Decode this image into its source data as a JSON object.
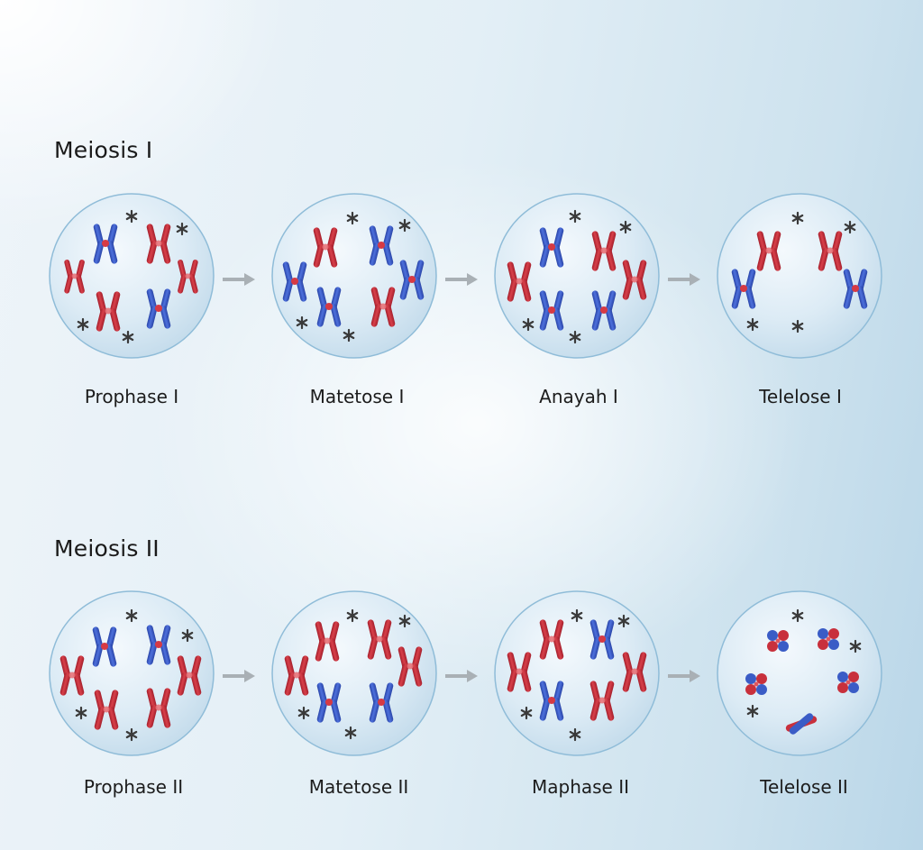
{
  "colors": {
    "chromosome_red": "#c8303c",
    "chromosome_blue": "#3a5cc6",
    "cell_fill": "#d9eaf5",
    "cell_stroke": "#8fbcd8",
    "centrosome": "#3a3a3a",
    "arrow": "#a9b0b5"
  },
  "rows": [
    {
      "title": "Meiosis I",
      "stages": [
        {
          "label": "Prophase I",
          "icon": "cell-prophase-i"
        },
        {
          "label": "Matetose I",
          "icon": "cell-matetose-i"
        },
        {
          "label": "Anayah I",
          "icon": "cell-anayah-i"
        },
        {
          "label": "Telelose I",
          "icon": "cell-telelose-i"
        }
      ]
    },
    {
      "title": "Meiosis II",
      "stages": [
        {
          "label": "Prophase II",
          "icon": "cell-prophase-ii"
        },
        {
          "label": "Matetose II",
          "icon": "cell-matetose-ii"
        },
        {
          "label": "Maphase II",
          "icon": "cell-maphase-ii"
        },
        {
          "label": "Telelose II",
          "icon": "cell-telelose-ii"
        }
      ]
    }
  ],
  "arrows": [
    "arrow-right-icon",
    "arrow-right-icon",
    "arrow-right-icon"
  ]
}
